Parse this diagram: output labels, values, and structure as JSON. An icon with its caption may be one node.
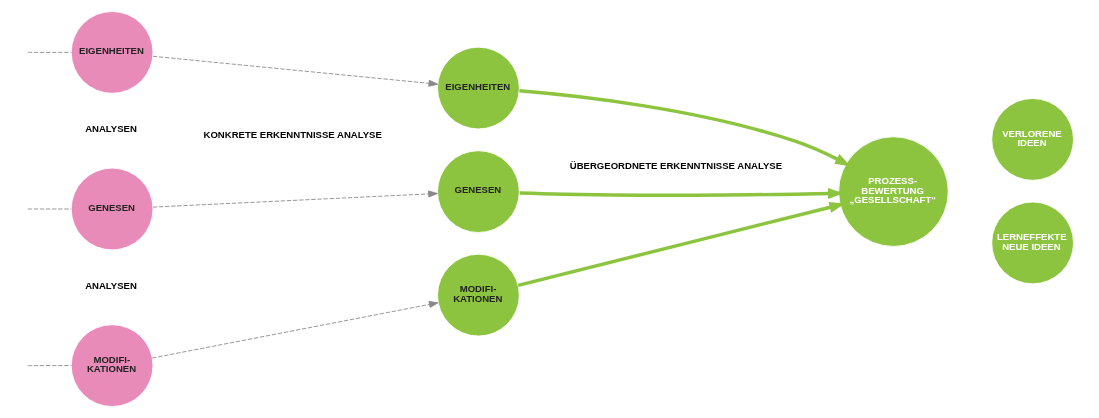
{
  "diagram": {
    "nodes": [
      {
        "text": [
          "EIGENHEITEN"
        ]
      },
      {
        "text": [
          "GENESEN"
        ]
      },
      {
        "text": [
          "MODIFI- KATIONEN"
        ]
      },
      {
        "text": [
          "EIGENHEITEN"
        ]
      },
      {
        "text": [
          "GENESEN"
        ]
      },
      {
        "text": [
          "MODIFI- KATIONEN"
        ]
      },
      {
        "text": [
          "PROZESS- BEWERTUNG „GESELLSCHAFT“"
        ]
      },
      {
        "text": [
          "VERLORENE IDEEN"
        ]
      },
      {
        "text": [
          "LERNEFFEKTE NEUE IDEEN"
        ]
      }
    ],
    "edges": [
      {
        "from": null,
        "to": 0,
        "arrow": "none",
        "style": "dashed"
      },
      {
        "from": null,
        "to": 1,
        "arrow": "none",
        "style": "dashed"
      },
      {
        "from": null,
        "to": 2,
        "arrow": "none",
        "style": "dashed"
      },
      {
        "from": 0,
        "to": 3,
        "arrow": "to",
        "style": "dashed"
      },
      {
        "from": 1,
        "to": 4,
        "arrow": "to",
        "style": "dashed"
      },
      {
        "from": 2,
        "to": 5,
        "arrow": "to",
        "style": "dashed"
      },
      {
        "from": 3,
        "to": 6,
        "arrow": "to",
        "style": "thick",
        "color": "#8cc43f"
      },
      {
        "from": 4,
        "to": 6,
        "arrow": "to",
        "style": "thick",
        "color": "#8cc43f"
      },
      {
        "from": 5,
        "to": 6,
        "arrow": "to",
        "style": "thick",
        "color": "#8cc43f"
      }
    ],
    "labels": [
      "ANALYSEN",
      "KONKRETE ERKENNTNISSE ANALYSE",
      "ÜBERGEORDNETE ERKENNTNISSE ANALYSE",
      "ANALYSEN"
    ]
  }
}
